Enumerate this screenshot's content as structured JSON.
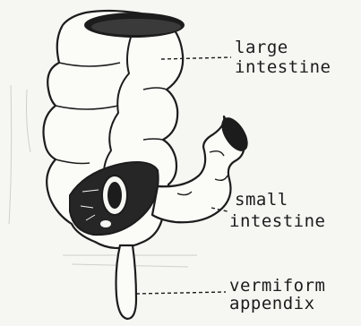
{
  "labels": {
    "large_intestine_line1": "large",
    "large_intestine_line2": "intestine",
    "small_intestine_line1": "small",
    "small_intestine_line2": "intestine",
    "vermiform_line1": "vermiform",
    "vermiform_line2": "appendix"
  },
  "colors": {
    "ink": "#1c1c1c",
    "paper": "#f6f6f3",
    "shadow": "#262626"
  }
}
